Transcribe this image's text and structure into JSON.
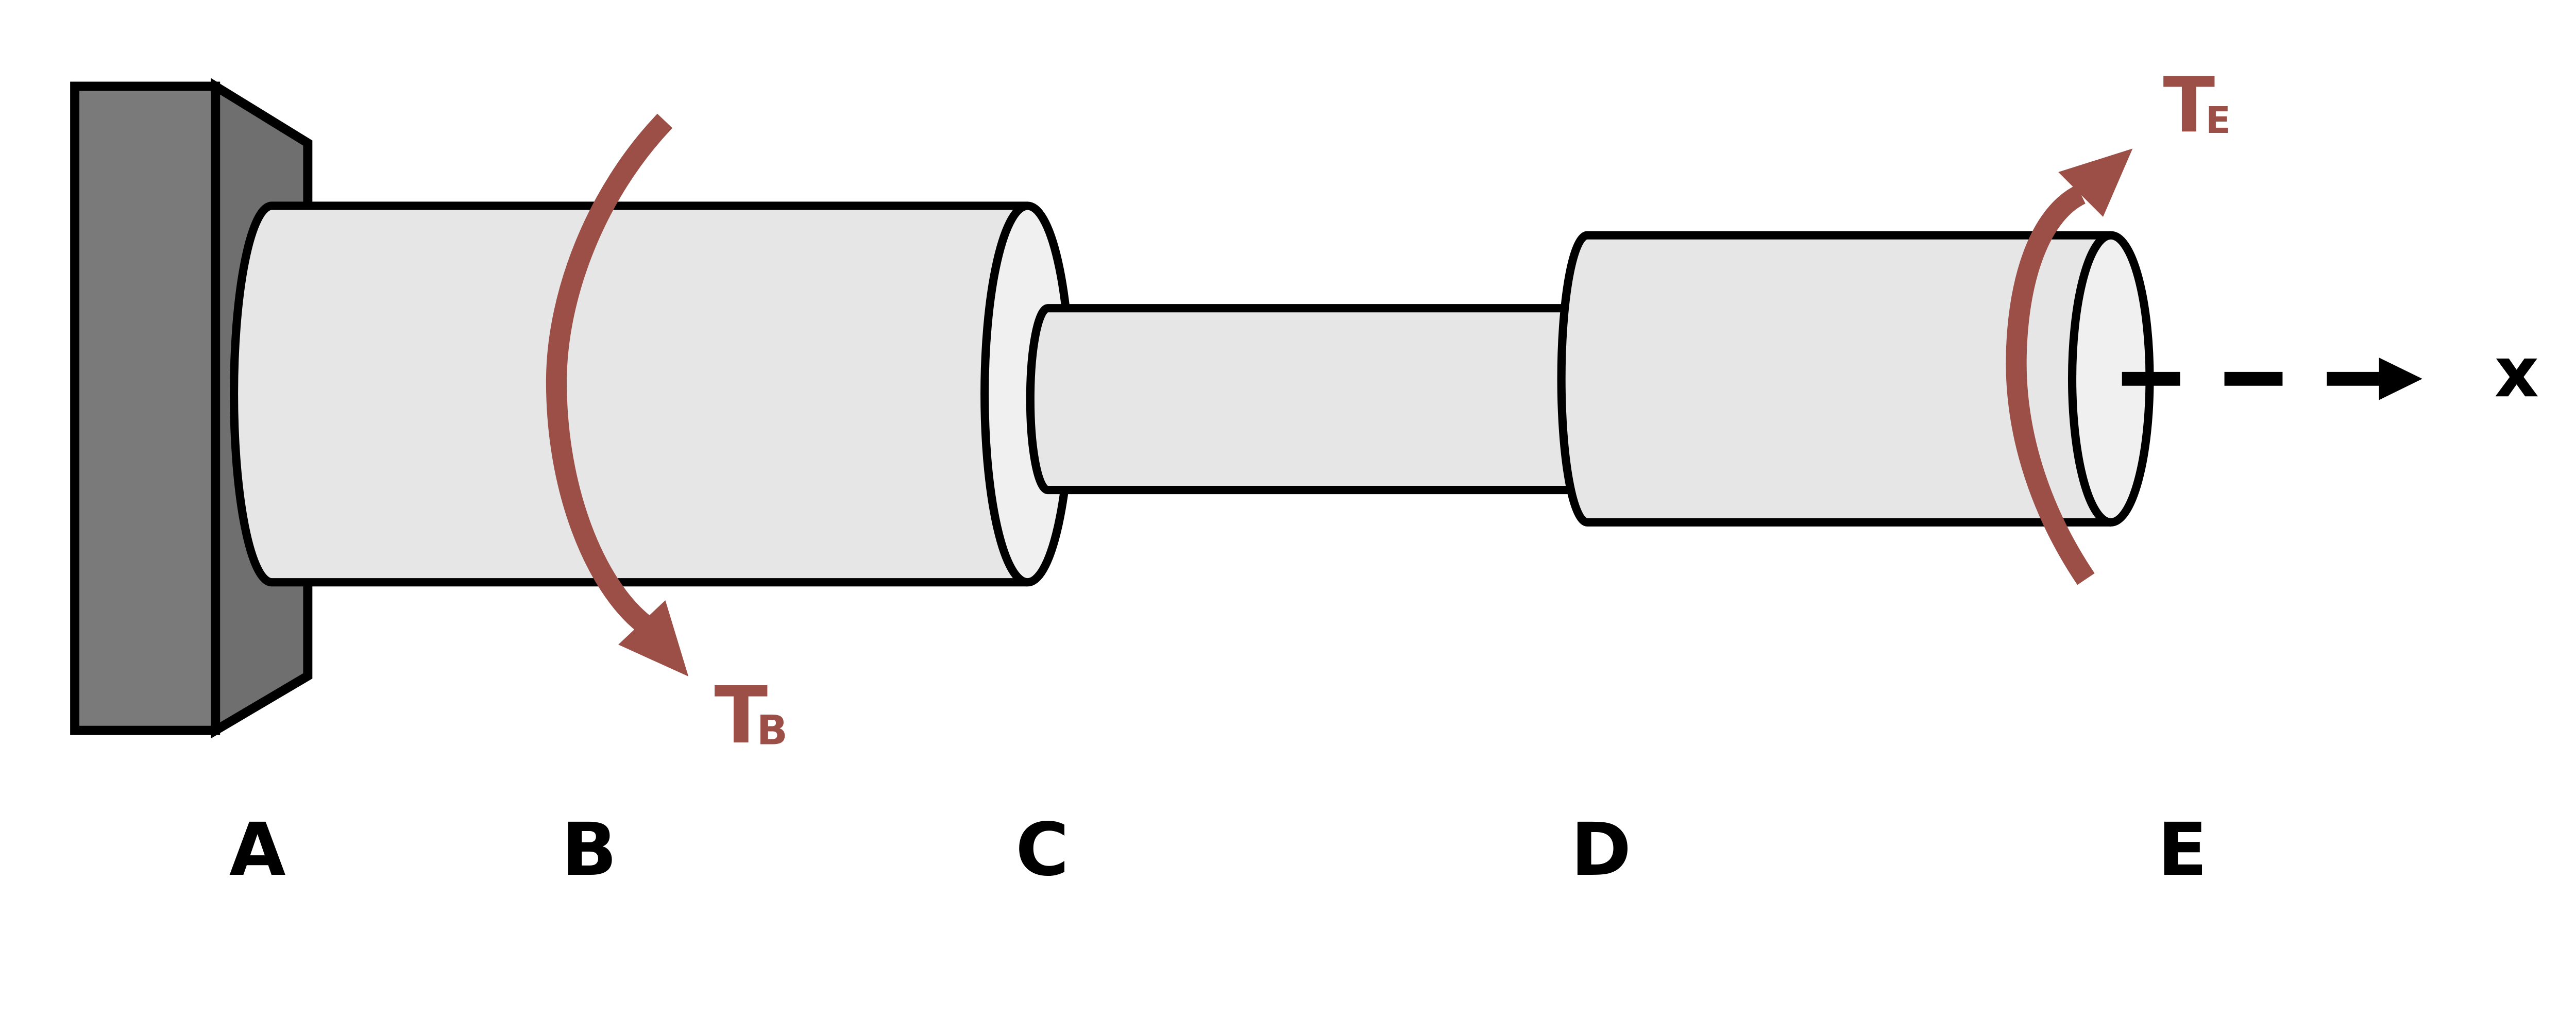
{
  "figure": {
    "point_labels": [
      {
        "text": "A"
      },
      {
        "text": "B"
      },
      {
        "text": "C"
      },
      {
        "text": "D"
      },
      {
        "text": "E"
      }
    ],
    "torques": {
      "b": {
        "symbol": "T",
        "subscript": "B"
      },
      "e": {
        "symbol": "T",
        "subscript": "E"
      }
    },
    "axis_label": "x",
    "colors": {
      "torque": "#9b4f47",
      "outline": "#000000",
      "wall_front": "#7a7a7a",
      "wall_side": "#6f6f6f",
      "shaft_body": "#e6e6e6",
      "shaft_cap": "#f0f0f0",
      "label_text": "#000000",
      "background": "#ffffff"
    }
  }
}
